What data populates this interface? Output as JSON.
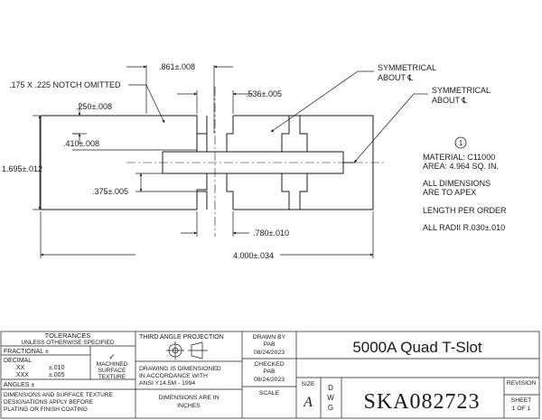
{
  "drawing": {
    "dimensions": {
      "top_width": ".861±.008",
      "slot_opening": ".536±.005",
      "notch_note": ".175 X .225 NOTCH OMITTED",
      "flange": ".250±.008",
      "slot_depth": ".410±.008",
      "height": "1.695±.012",
      "web": ".375±.005",
      "center_gap": ".780±.010",
      "width": "4.000±.034"
    },
    "callouts": {
      "symmetric_1_line1": "SYMMETRICAL",
      "symmetric_1_line2": "ABOUT ℄",
      "symmetric_2_line1": "SYMMETRICAL",
      "symmetric_2_line2": "ABOUT ℄"
    },
    "notes": {
      "note_number": "1",
      "material": "MATERIAL: C11000",
      "area": "AREA: 4.964 SQ. IN.",
      "dims_line1": "ALL DIMENSIONS",
      "dims_line2": "ARE TO APEX",
      "length": "LENGTH PER ORDER",
      "radii": "ALL RADII R.030±.010"
    }
  },
  "title_block": {
    "tolerances": {
      "header": "TOLERANCES",
      "subheader": "UNLESS OTHERWISE SPECIFIED",
      "fractional": "FRACTIONAL  ±",
      "decimal": "DECIMAL",
      "xx": ".XX",
      "xx_val": "±.010",
      "xxx": ".XXX",
      "xxx_val": "±.005",
      "angles": "ANGLES  ±",
      "surface_line1": "DIMENSIONS AND SURFACE TEXTURE",
      "surface_line2": "DESIGNATIONS APPLY BEFORE",
      "surface_line3": "PLATING OR FINISH COATING",
      "machined_check": "✓",
      "machined_line1": "MACHINED",
      "machined_line2": "SURFACE",
      "machined_line3": "TEXTURE"
    },
    "projection": {
      "label": "THIRD ANGLE PROJECTION",
      "std_line1": "DRAWING IS DIMENSIONED",
      "std_line2": "IN ACCORDANCE WITH",
      "std_line3": "ANSI Y14.5M - 1994",
      "units_line1": "DIMENSIONS ARE IN",
      "units_line2": "INCHES"
    },
    "drawn_by": {
      "label": "DRAWN BY",
      "name": "PAB",
      "date": "08/24/2023"
    },
    "checked": {
      "label": "CHECKED",
      "name": "PAB",
      "date": "08/24/2023"
    },
    "scale_label": "SCALE",
    "title": "5000A Quad T-Slot",
    "size_label": "SIZE",
    "size_value": "A",
    "dwg_d": "D",
    "dwg_w": "W",
    "dwg_g": "G",
    "dwg_number": "SKA082723",
    "revision_label": "REVISION",
    "sheet_label": "SHEET",
    "sheet_value": "1 OF 1"
  }
}
